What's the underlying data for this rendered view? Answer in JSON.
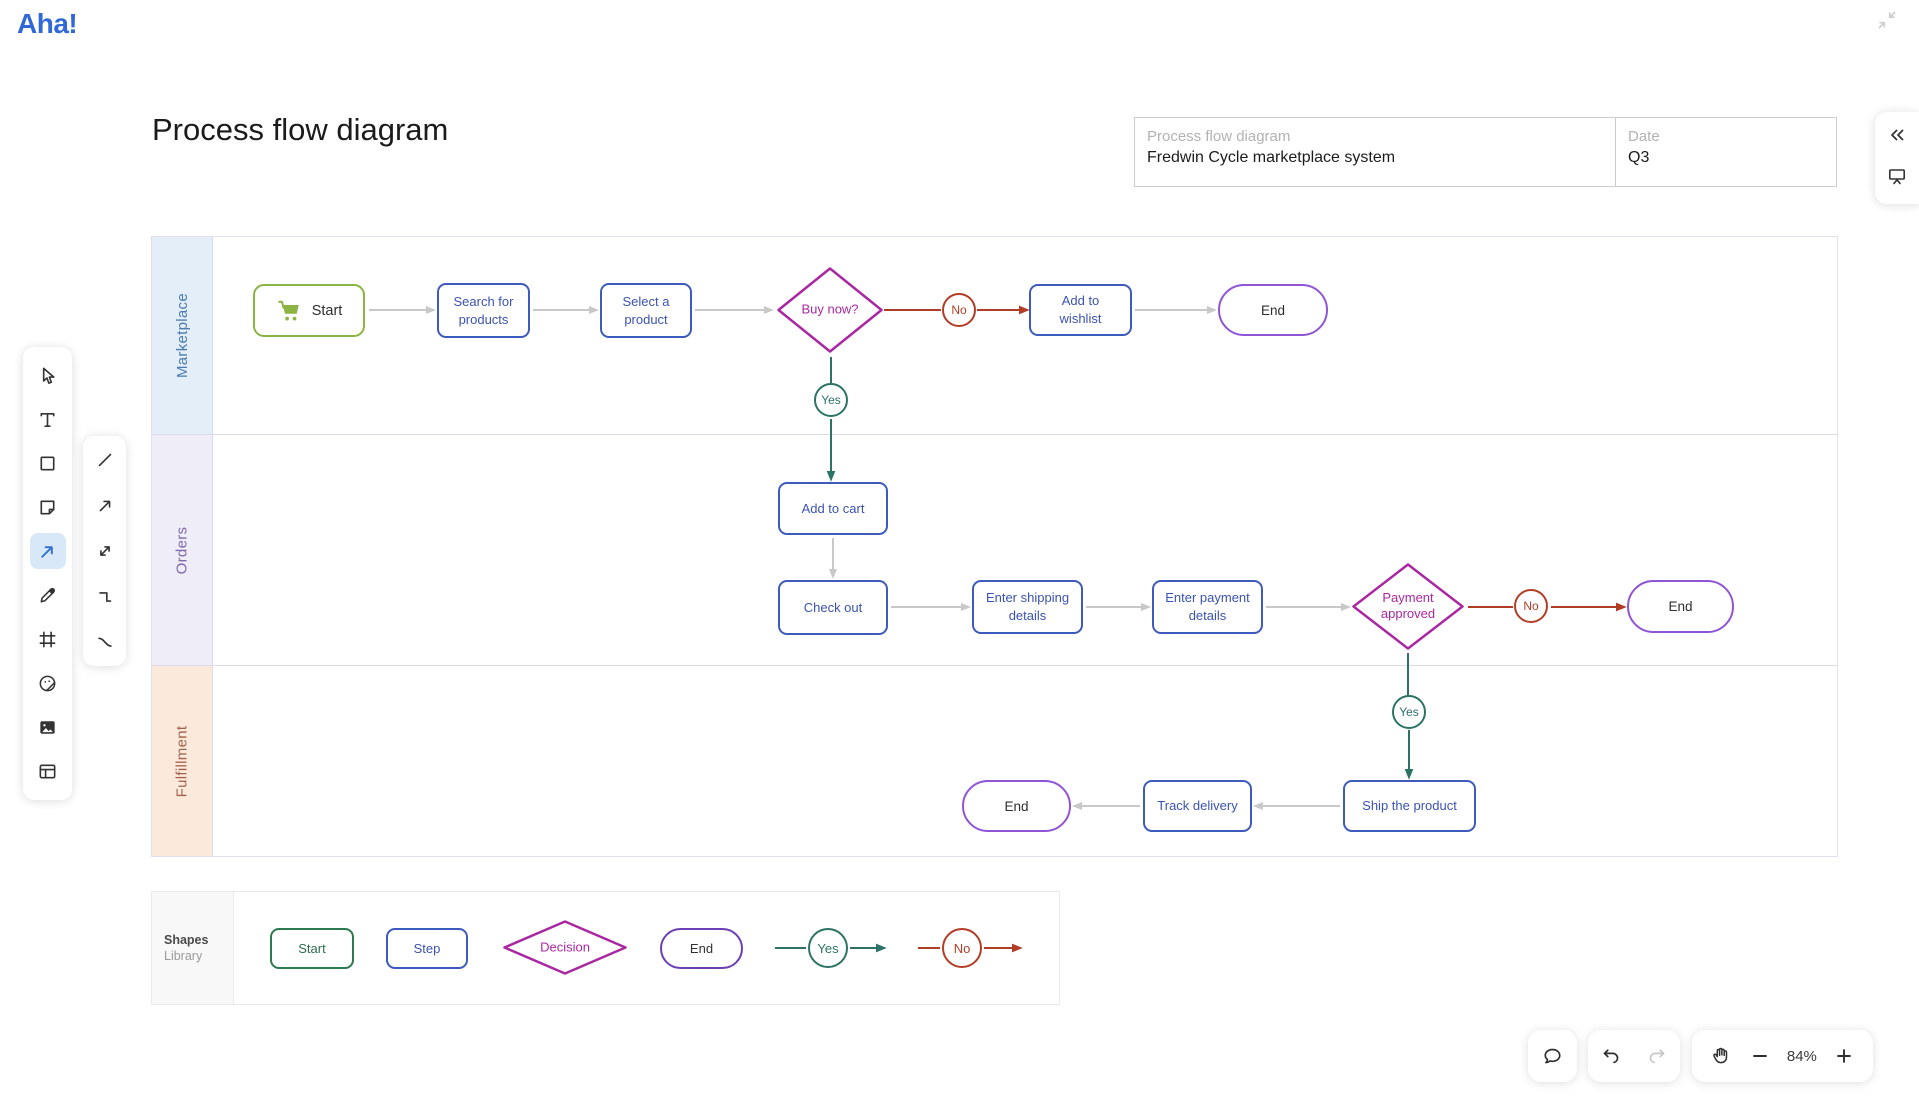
{
  "brand": {
    "logo": "Aha!"
  },
  "header": {
    "title": "Process flow diagram"
  },
  "info_box": {
    "name_label": "Process flow diagram",
    "name_value": "Fredwin Cycle marketplace system",
    "date_label": "Date",
    "date_value": "Q3"
  },
  "toolbar": {
    "tools": [
      "select",
      "text",
      "shape",
      "sticky-note",
      "connector",
      "pen",
      "frame",
      "sticker",
      "image",
      "table"
    ],
    "active_tool": "connector",
    "connector_options": [
      "line",
      "arrow",
      "double-arrow",
      "elbow",
      "curve"
    ]
  },
  "right_panel": {
    "buttons": [
      "collapse-panel",
      "present"
    ]
  },
  "window": {
    "top_right_button": "minimize"
  },
  "lanes": [
    {
      "label": "Marketplace",
      "color": "#e3eef9",
      "text_color": "#4a7cb0"
    },
    {
      "label": "Orders",
      "color": "#efedf7",
      "text_color": "#8069ad"
    },
    {
      "label": "Fulfillment",
      "color": "#fbeadb",
      "text_color": "#a3614d"
    }
  ],
  "nodes": {
    "start": {
      "label": "Start",
      "type": "start"
    },
    "search": {
      "label": "Search for products",
      "type": "step"
    },
    "select": {
      "label": "Select a product",
      "type": "step"
    },
    "buy_now": {
      "label": "Buy now?",
      "type": "decision"
    },
    "no1": {
      "label": "No",
      "type": "no"
    },
    "wishlist": {
      "label": "Add to wishlist",
      "type": "step"
    },
    "end1": {
      "label": "End",
      "type": "end"
    },
    "yes1": {
      "label": "Yes",
      "type": "yes"
    },
    "add_to_cart": {
      "label": "Add to cart",
      "type": "step"
    },
    "check_out": {
      "label": "Check out",
      "type": "step"
    },
    "shipping": {
      "label": "Enter shipping details",
      "type": "step"
    },
    "payment": {
      "label": "Enter payment details",
      "type": "step"
    },
    "payment_approved": {
      "label": "Payment approved",
      "type": "decision"
    },
    "no2": {
      "label": "No",
      "type": "no"
    },
    "end2": {
      "label": "End",
      "type": "end"
    },
    "yes2": {
      "label": "Yes",
      "type": "yes"
    },
    "ship": {
      "label": "Ship the product",
      "type": "step"
    },
    "track": {
      "label": "Track delivery",
      "type": "step"
    },
    "end3": {
      "label": "End",
      "type": "end"
    }
  },
  "edges": [
    {
      "from": "start",
      "to": "search",
      "style": "gray"
    },
    {
      "from": "search",
      "to": "select",
      "style": "gray"
    },
    {
      "from": "select",
      "to": "buy_now",
      "style": "gray"
    },
    {
      "from": "buy_now",
      "to": "no1",
      "style": "red"
    },
    {
      "from": "no1",
      "to": "wishlist",
      "style": "red"
    },
    {
      "from": "wishlist",
      "to": "end1",
      "style": "gray"
    },
    {
      "from": "buy_now",
      "to": "yes1",
      "style": "teal"
    },
    {
      "from": "yes1",
      "to": "add_to_cart",
      "style": "teal"
    },
    {
      "from": "add_to_cart",
      "to": "check_out",
      "style": "gray"
    },
    {
      "from": "check_out",
      "to": "shipping",
      "style": "gray"
    },
    {
      "from": "shipping",
      "to": "payment",
      "style": "gray"
    },
    {
      "from": "payment",
      "to": "payment_approved",
      "style": "gray"
    },
    {
      "from": "payment_approved",
      "to": "no2",
      "style": "red"
    },
    {
      "from": "no2",
      "to": "end2",
      "style": "red"
    },
    {
      "from": "payment_approved",
      "to": "yes2",
      "style": "teal"
    },
    {
      "from": "yes2",
      "to": "ship",
      "style": "teal"
    },
    {
      "from": "ship",
      "to": "track",
      "style": "gray"
    },
    {
      "from": "track",
      "to": "end3",
      "style": "gray"
    }
  ],
  "library": {
    "title_line1": "Shapes",
    "title_line2": "Library",
    "items": {
      "start": {
        "label": "Start"
      },
      "step": {
        "label": "Step"
      },
      "decision": {
        "label": "Decision"
      },
      "end": {
        "label": "End"
      },
      "yes": {
        "label": "Yes"
      },
      "no": {
        "label": "No"
      }
    }
  },
  "controls": {
    "zoom_level": "84%",
    "buttons": [
      "comment",
      "undo",
      "redo",
      "pan",
      "zoom-out",
      "zoom-in"
    ],
    "redo_disabled": true
  },
  "colors": {
    "brand_blue": "#3069d6",
    "step_blue": "#3d5bbc",
    "start_green": "#8cb442",
    "decision_magenta": "#a928a2",
    "end_purple": "#9055d4",
    "yes_teal": "#2c7365",
    "no_red": "#b23d27",
    "connector_gray": "#c8c8c8",
    "library_start_green": "#2e7a50",
    "library_end_purple": "#6d3fb5"
  }
}
